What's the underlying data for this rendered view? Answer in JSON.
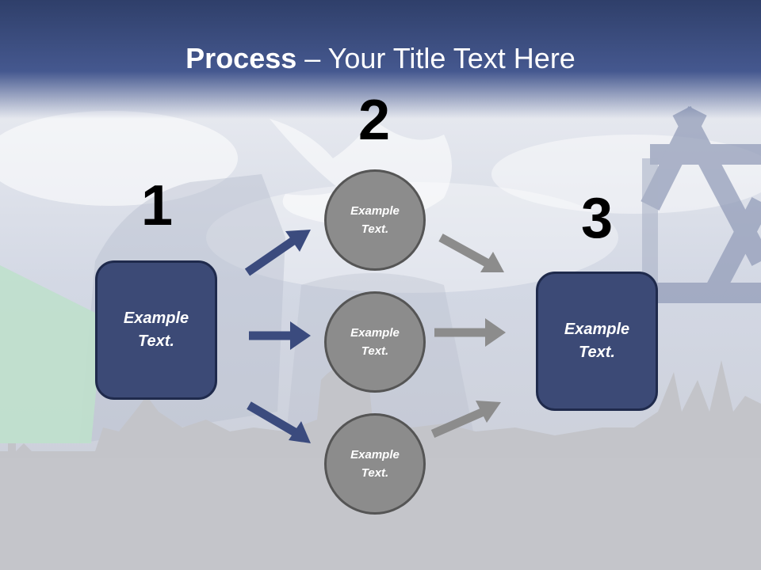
{
  "slide": {
    "title_strong": "Process",
    "title_rest": " – Your Title Text Here"
  },
  "steps": {
    "one": "1",
    "two": "2",
    "three": "3"
  },
  "boxes": {
    "left": {
      "line1": "Example",
      "line2": "Text."
    },
    "right": {
      "line1": "Example",
      "line2": "Text."
    }
  },
  "circles": [
    {
      "line1": "Example",
      "line2": "Text."
    },
    {
      "line1": "Example",
      "line2": "Text."
    },
    {
      "line1": "Example",
      "line2": "Text."
    }
  ],
  "colors": {
    "header": "#3b4b7e",
    "box_fill": "#3c4a76",
    "circle_fill": "#8c8c8c",
    "arrow_blue": "#3b4b7e",
    "arrow_gray": "#8c8c8c"
  }
}
